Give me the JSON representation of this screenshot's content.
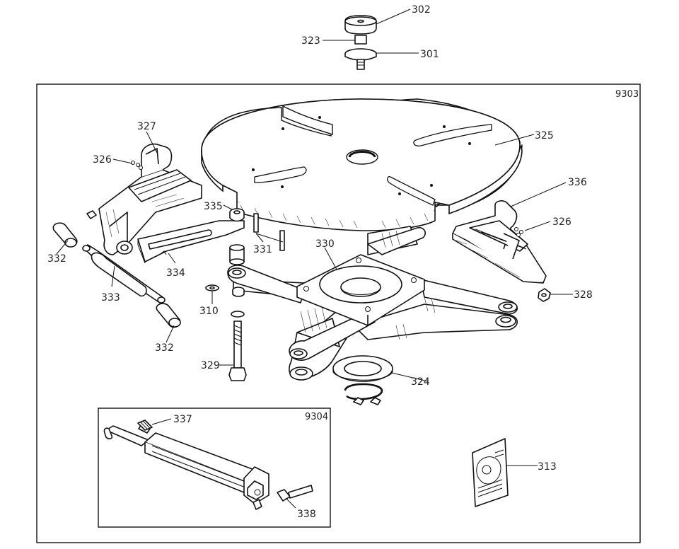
{
  "diagram": {
    "frames": {
      "main_id": "9303",
      "inset_id": "9304"
    },
    "labels": {
      "l302": "302",
      "l323": "323",
      "l301": "301",
      "l327": "327",
      "l326a": "326",
      "l325": "325",
      "l336": "336",
      "l326b": "326",
      "l335": "335",
      "l330": "330",
      "l331": "331",
      "l332a": "332",
      "l333": "333",
      "l334": "334",
      "l310": "310",
      "l328": "328",
      "l332b": "332",
      "l329": "329",
      "l324": "324",
      "l337": "337",
      "l338": "338",
      "l313": "313"
    },
    "colors": {
      "line": "#111111",
      "background": "#ffffff"
    }
  }
}
